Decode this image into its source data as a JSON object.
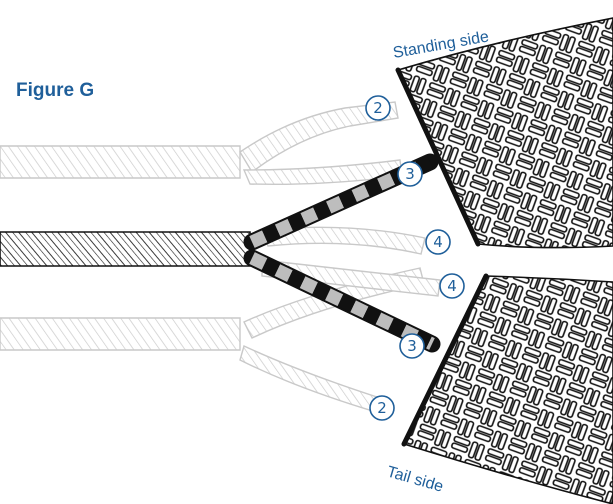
{
  "figure": {
    "title": "Figure G",
    "standing_label": "Standing side",
    "tail_label": "Tail side"
  },
  "callouts": [
    "2",
    "3",
    "4",
    "4",
    "3",
    "2"
  ],
  "colors": {
    "label_blue": "#1f5f9a",
    "faded_strand": "#c9c9c9",
    "dark_strand": "#111111",
    "light_strand": "#bdbdbd"
  }
}
